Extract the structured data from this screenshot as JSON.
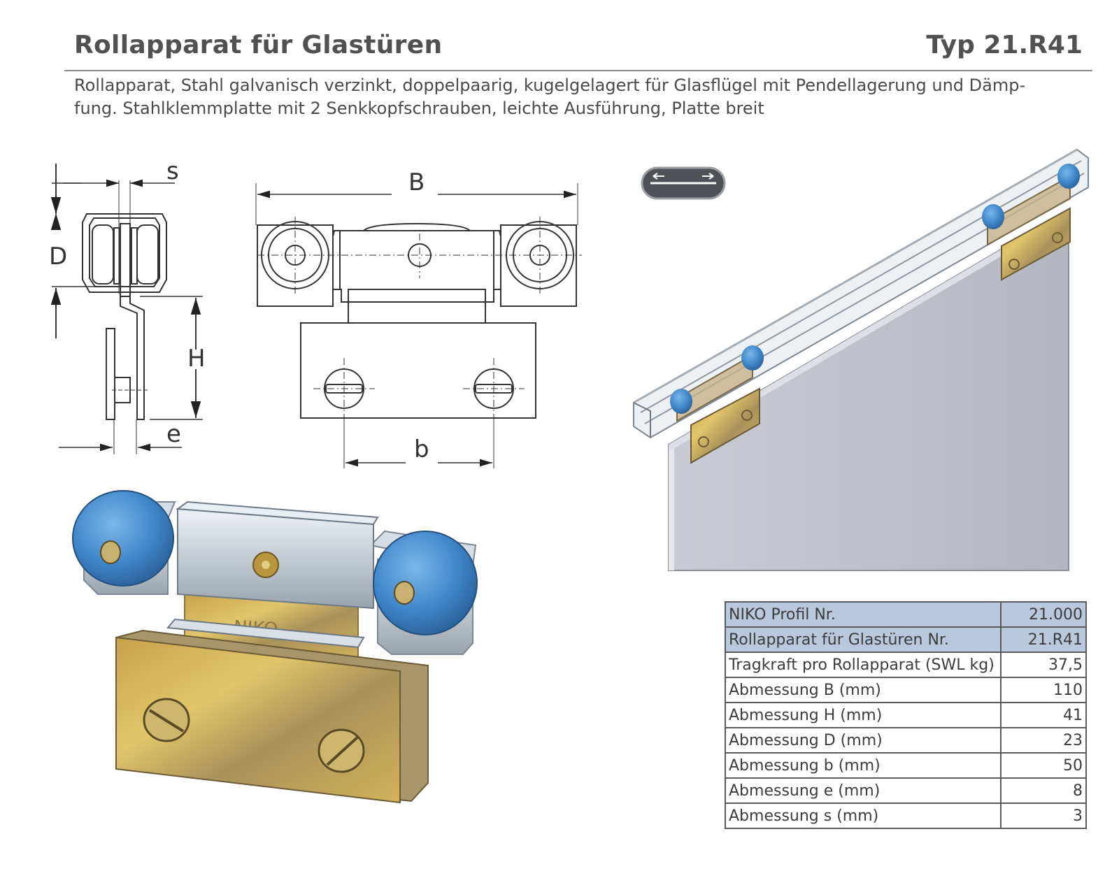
{
  "header": {
    "title": "Rollapparat für Glastüren",
    "type": "Typ 21.R41"
  },
  "description": {
    "line1": "Rollapparat, Stahl galvanisch verzinkt, doppelpaarig, kugelgelagert für Glasflügel mit Pendellagerung und Dämp-",
    "line2": "fung. Stahlklemmplatte mit 2 Senkkopfschrauben, leichte Ausführung, Platte breit"
  },
  "drawing": {
    "labels": {
      "s": "s",
      "D": "D",
      "H": "H",
      "e": "e",
      "B": "B",
      "b": "b"
    }
  },
  "product_logo": "NIKO",
  "colors": {
    "highlight": "#b8c9de",
    "wheel_blue": "#3f86c8",
    "brass": "#c9a24a"
  },
  "spec_table": {
    "rows": [
      {
        "label": "NIKO Profil Nr.",
        "value": "21.000",
        "highlight": true
      },
      {
        "label": "Rollapparat für Glastüren Nr.",
        "value": "21.R41",
        "highlight": true
      },
      {
        "label": "Tragkraft pro Rollapparat (SWL kg)",
        "value": "37,5",
        "highlight": false
      },
      {
        "label": "Abmessung B (mm)",
        "value": "110",
        "highlight": false
      },
      {
        "label": "Abmessung H (mm)",
        "value": "41",
        "highlight": false
      },
      {
        "label": "Abmessung D (mm)",
        "value": "23",
        "highlight": false
      },
      {
        "label": "Abmessung b (mm)",
        "value": "50",
        "highlight": false
      },
      {
        "label": "Abmessung e (mm)",
        "value": "8",
        "highlight": false
      },
      {
        "label": "Abmessung s (mm)",
        "value": "3",
        "highlight": false
      }
    ]
  }
}
